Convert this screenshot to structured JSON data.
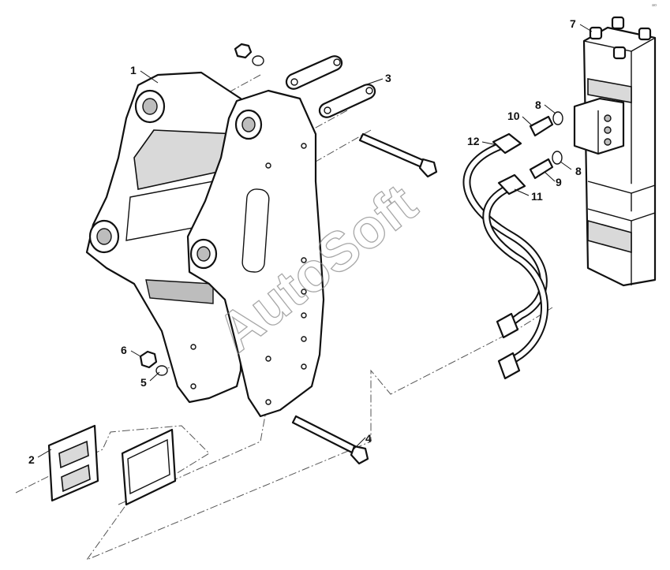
{
  "watermark": "AutoSoft",
  "corner_mark": "ᵃᵒ",
  "callouts": [
    {
      "id": "1",
      "part": "mounting-bracket"
    },
    {
      "id": "2",
      "part": "wear-plate"
    },
    {
      "id": "3",
      "part": "link-plate"
    },
    {
      "id": "4",
      "part": "bolt"
    },
    {
      "id": "5",
      "part": "washer"
    },
    {
      "id": "6",
      "part": "nut"
    },
    {
      "id": "7",
      "part": "hydraulic-valve-block"
    },
    {
      "id": "8",
      "part": "o-ring"
    },
    {
      "id": "9",
      "part": "adapter"
    },
    {
      "id": "10",
      "part": "adapter"
    },
    {
      "id": "11",
      "part": "hose-fitting"
    },
    {
      "id": "12",
      "part": "hose-fitting"
    }
  ]
}
